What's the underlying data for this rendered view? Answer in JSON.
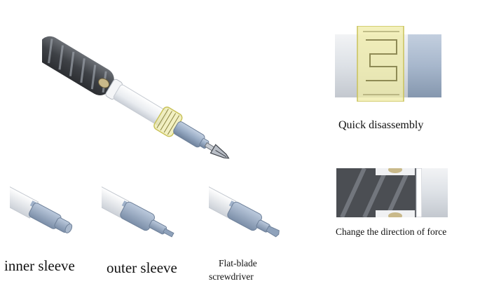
{
  "labels": {
    "quick_disassembly": "Quick disassembly",
    "change_direction": "Change the direction of force",
    "inner_sleeve": "inner sleeve",
    "outer_sleeve": "outer sleeve",
    "flat_blade_line1": "Flat-blade",
    "flat_blade_line2": "screwdriver"
  },
  "colors": {
    "handle_dark": "#4a4d52",
    "shaft_white": "#eef0f3",
    "sleeve_blue": "#9fb1c9",
    "sleeve_blue_dark": "#7f93ad",
    "clip_yellow": "#e6e49a",
    "clip_outline": "#c9c25a"
  }
}
